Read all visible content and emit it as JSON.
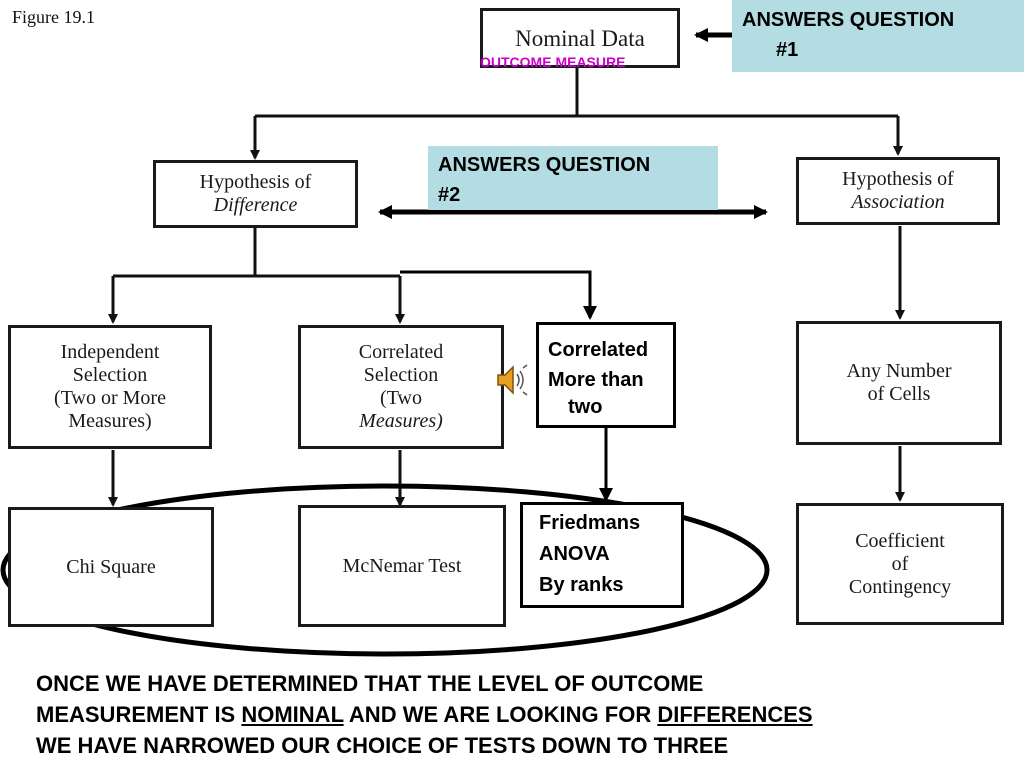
{
  "figure_label": "Figure 19.1",
  "nodes": {
    "nominal_data": "Nominal Data",
    "outcome_measure": "OUTCOME MEASURE",
    "hypothesis_difference": [
      "Hypothesis of",
      "Difference"
    ],
    "hypothesis_association": [
      "Hypothesis of",
      "Association"
    ],
    "independent_selection": [
      "Independent",
      "Selection",
      "(Two or More",
      "Measures)"
    ],
    "correlated_selection": [
      "Correlated",
      "Selection",
      "(Two",
      "Measures)"
    ],
    "correlated_more": [
      "Correlated",
      "More than",
      "two"
    ],
    "any_number_cells": [
      "Any Number",
      "of Cells"
    ],
    "chi_square": "Chi Square",
    "mcnemar": "McNemar Test",
    "friedmans": [
      "Friedmans",
      "ANOVA",
      "By ranks"
    ],
    "coefficient": [
      "Coefficient",
      "of",
      "Contingency"
    ]
  },
  "callouts": {
    "q1": [
      "ANSWERS QUESTION",
      "#1"
    ],
    "q2": [
      "ANSWERS QUESTION",
      "#2"
    ]
  },
  "footer": {
    "line1": "ONCE WE HAVE DETERMINED THAT THE LEVEL OF OUTCOME",
    "line2_a": "MEASUREMENT IS ",
    "line2_b": "NOMINAL",
    "line2_c": " AND WE ARE LOOKING FOR ",
    "line2_d": "DIFFERENCES",
    "line3": "WE HAVE NARROWED OUR CHOICE OF TESTS DOWN TO THREE"
  },
  "colors": {
    "callout_bg": "#b4dde3",
    "outcome_text": "#cc00cc",
    "speaker_icon": "#e8a020"
  },
  "icons": [
    "speaker-icon"
  ]
}
